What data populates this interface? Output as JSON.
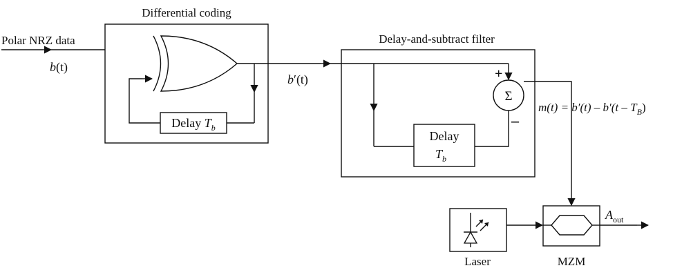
{
  "input": {
    "label": "Polar NRZ data",
    "signal_base": "b",
    "signal_arg": "(t)"
  },
  "differential_coding": {
    "title": "Differential coding",
    "delay_label": "Delay ",
    "delay_symbol": "T",
    "delay_sub": "b"
  },
  "intermediate": {
    "signal_base": "b",
    "signal_prime": "′",
    "signal_arg": "(t)"
  },
  "delay_subtract_filter": {
    "title": "Delay-and-subtract filter",
    "delay_label": "Delay",
    "delay_symbol": "T",
    "delay_sub": "b",
    "sum_symbol": "Σ",
    "plus_sign": "+",
    "minus_sign": "–"
  },
  "output_equation": {
    "lhs": "m(t) = b′(t) – b′(t – ",
    "symbol": "T",
    "sub": "B",
    "close": ")"
  },
  "laser": {
    "label": "Laser"
  },
  "mzm": {
    "label": "MZM"
  },
  "output": {
    "symbol": "A",
    "sub": "out"
  }
}
